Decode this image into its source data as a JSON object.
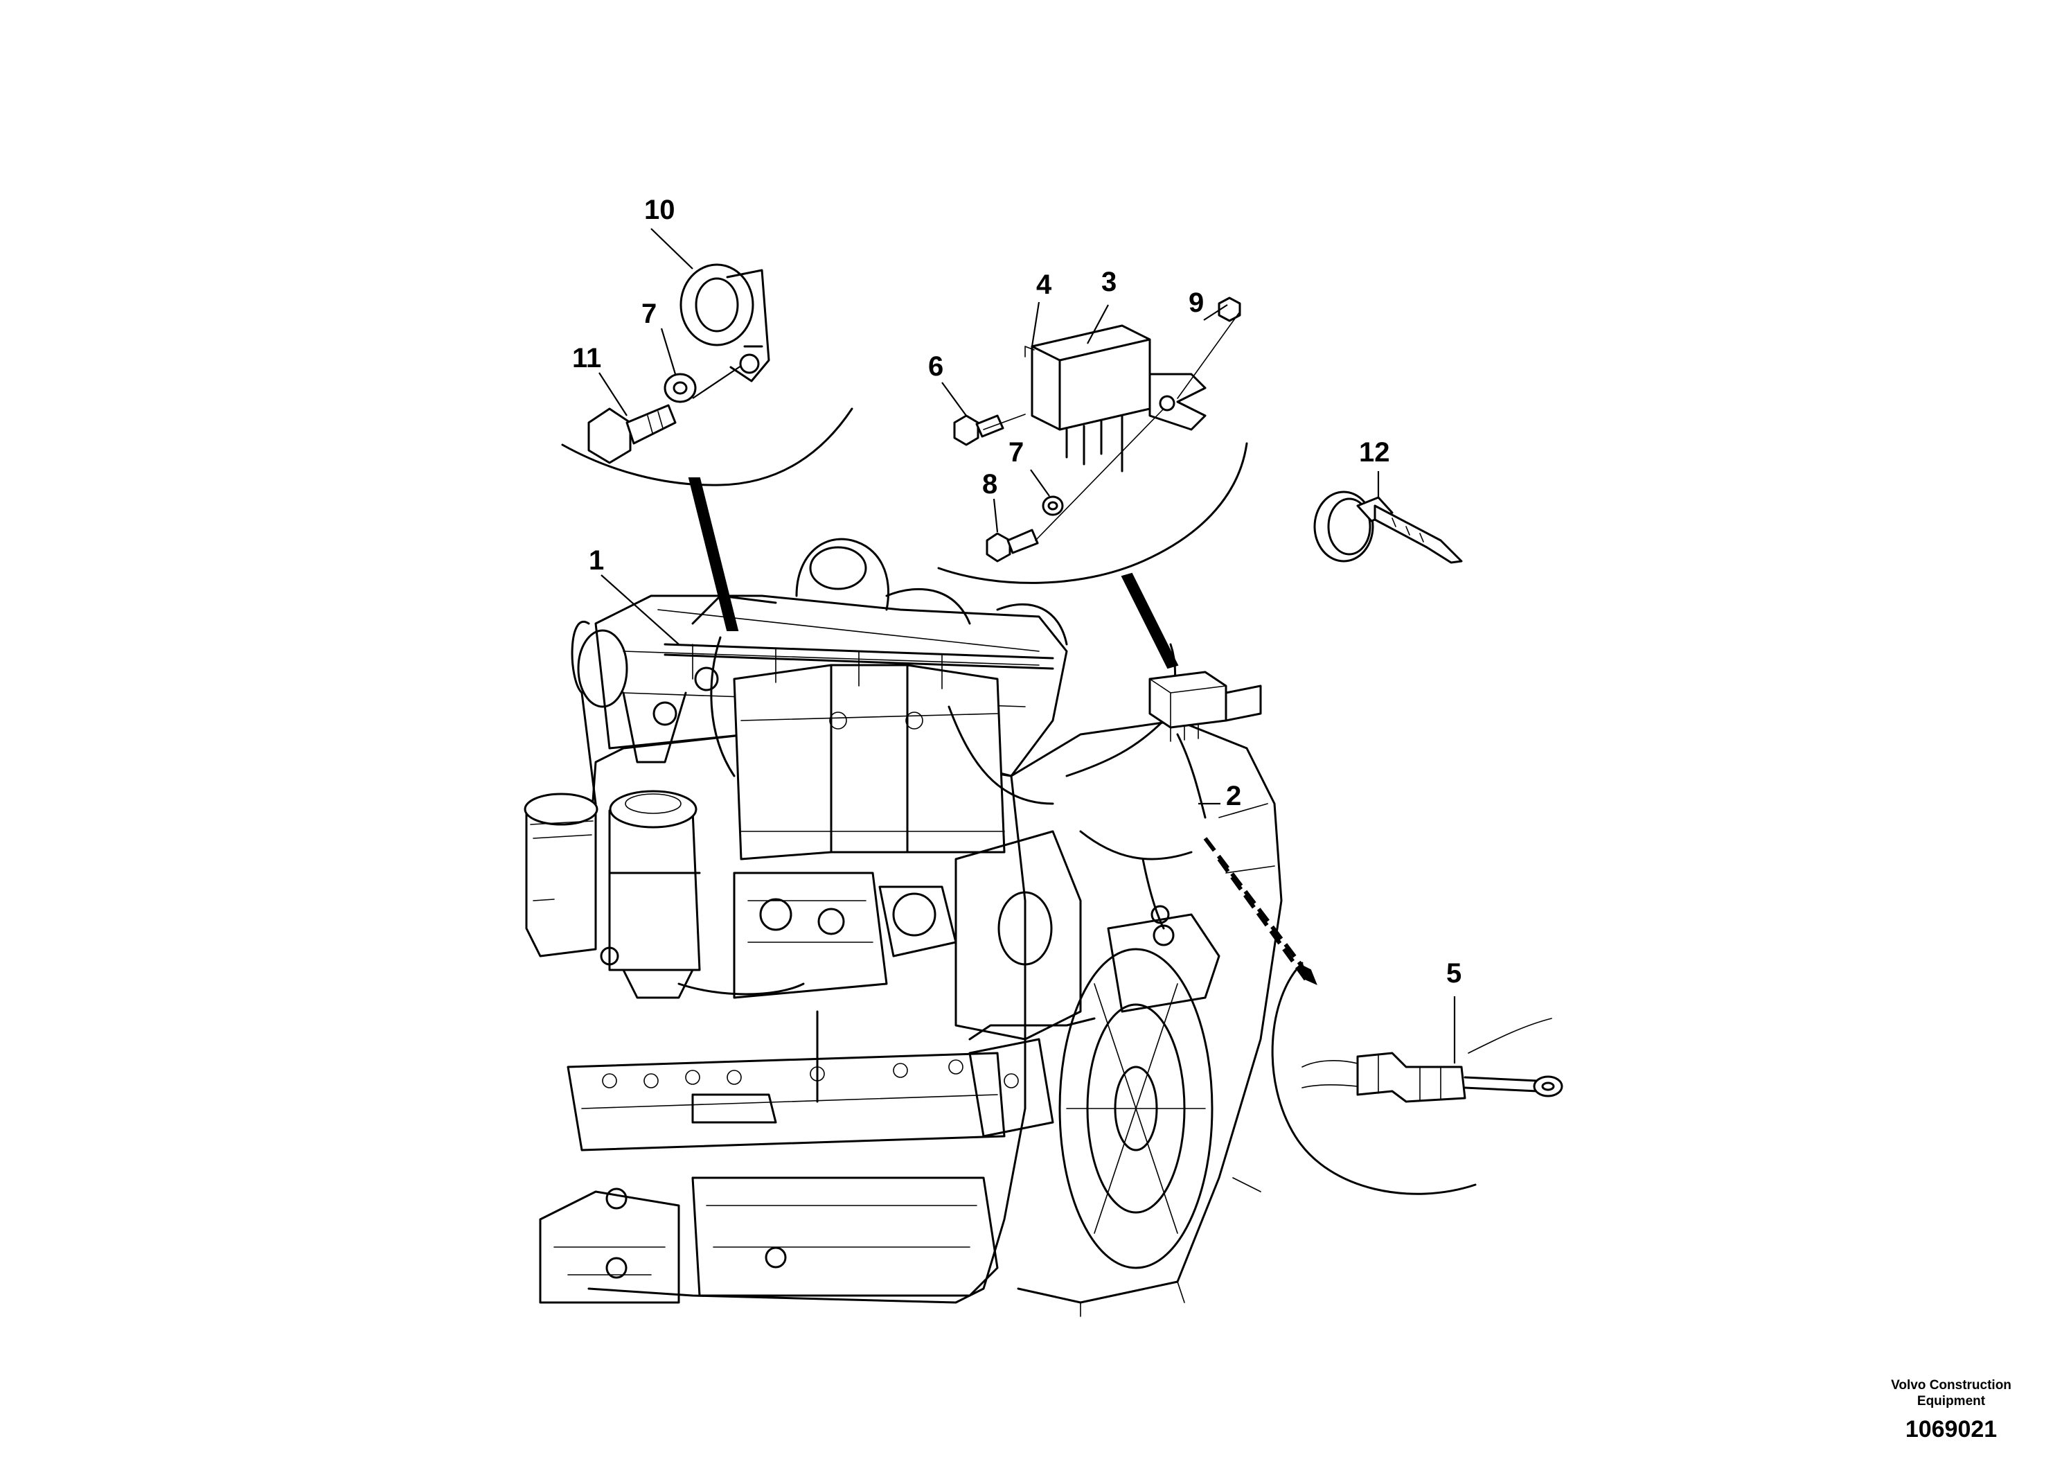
{
  "callouts": [
    "1",
    "2",
    "3",
    "4",
    "5",
    "6",
    "7",
    "8",
    "9",
    "10",
    "11",
    "12"
  ],
  "footer": {
    "maker_line1": "Volvo Construction",
    "maker_line2": "Equipment",
    "document_number": "1069021"
  }
}
